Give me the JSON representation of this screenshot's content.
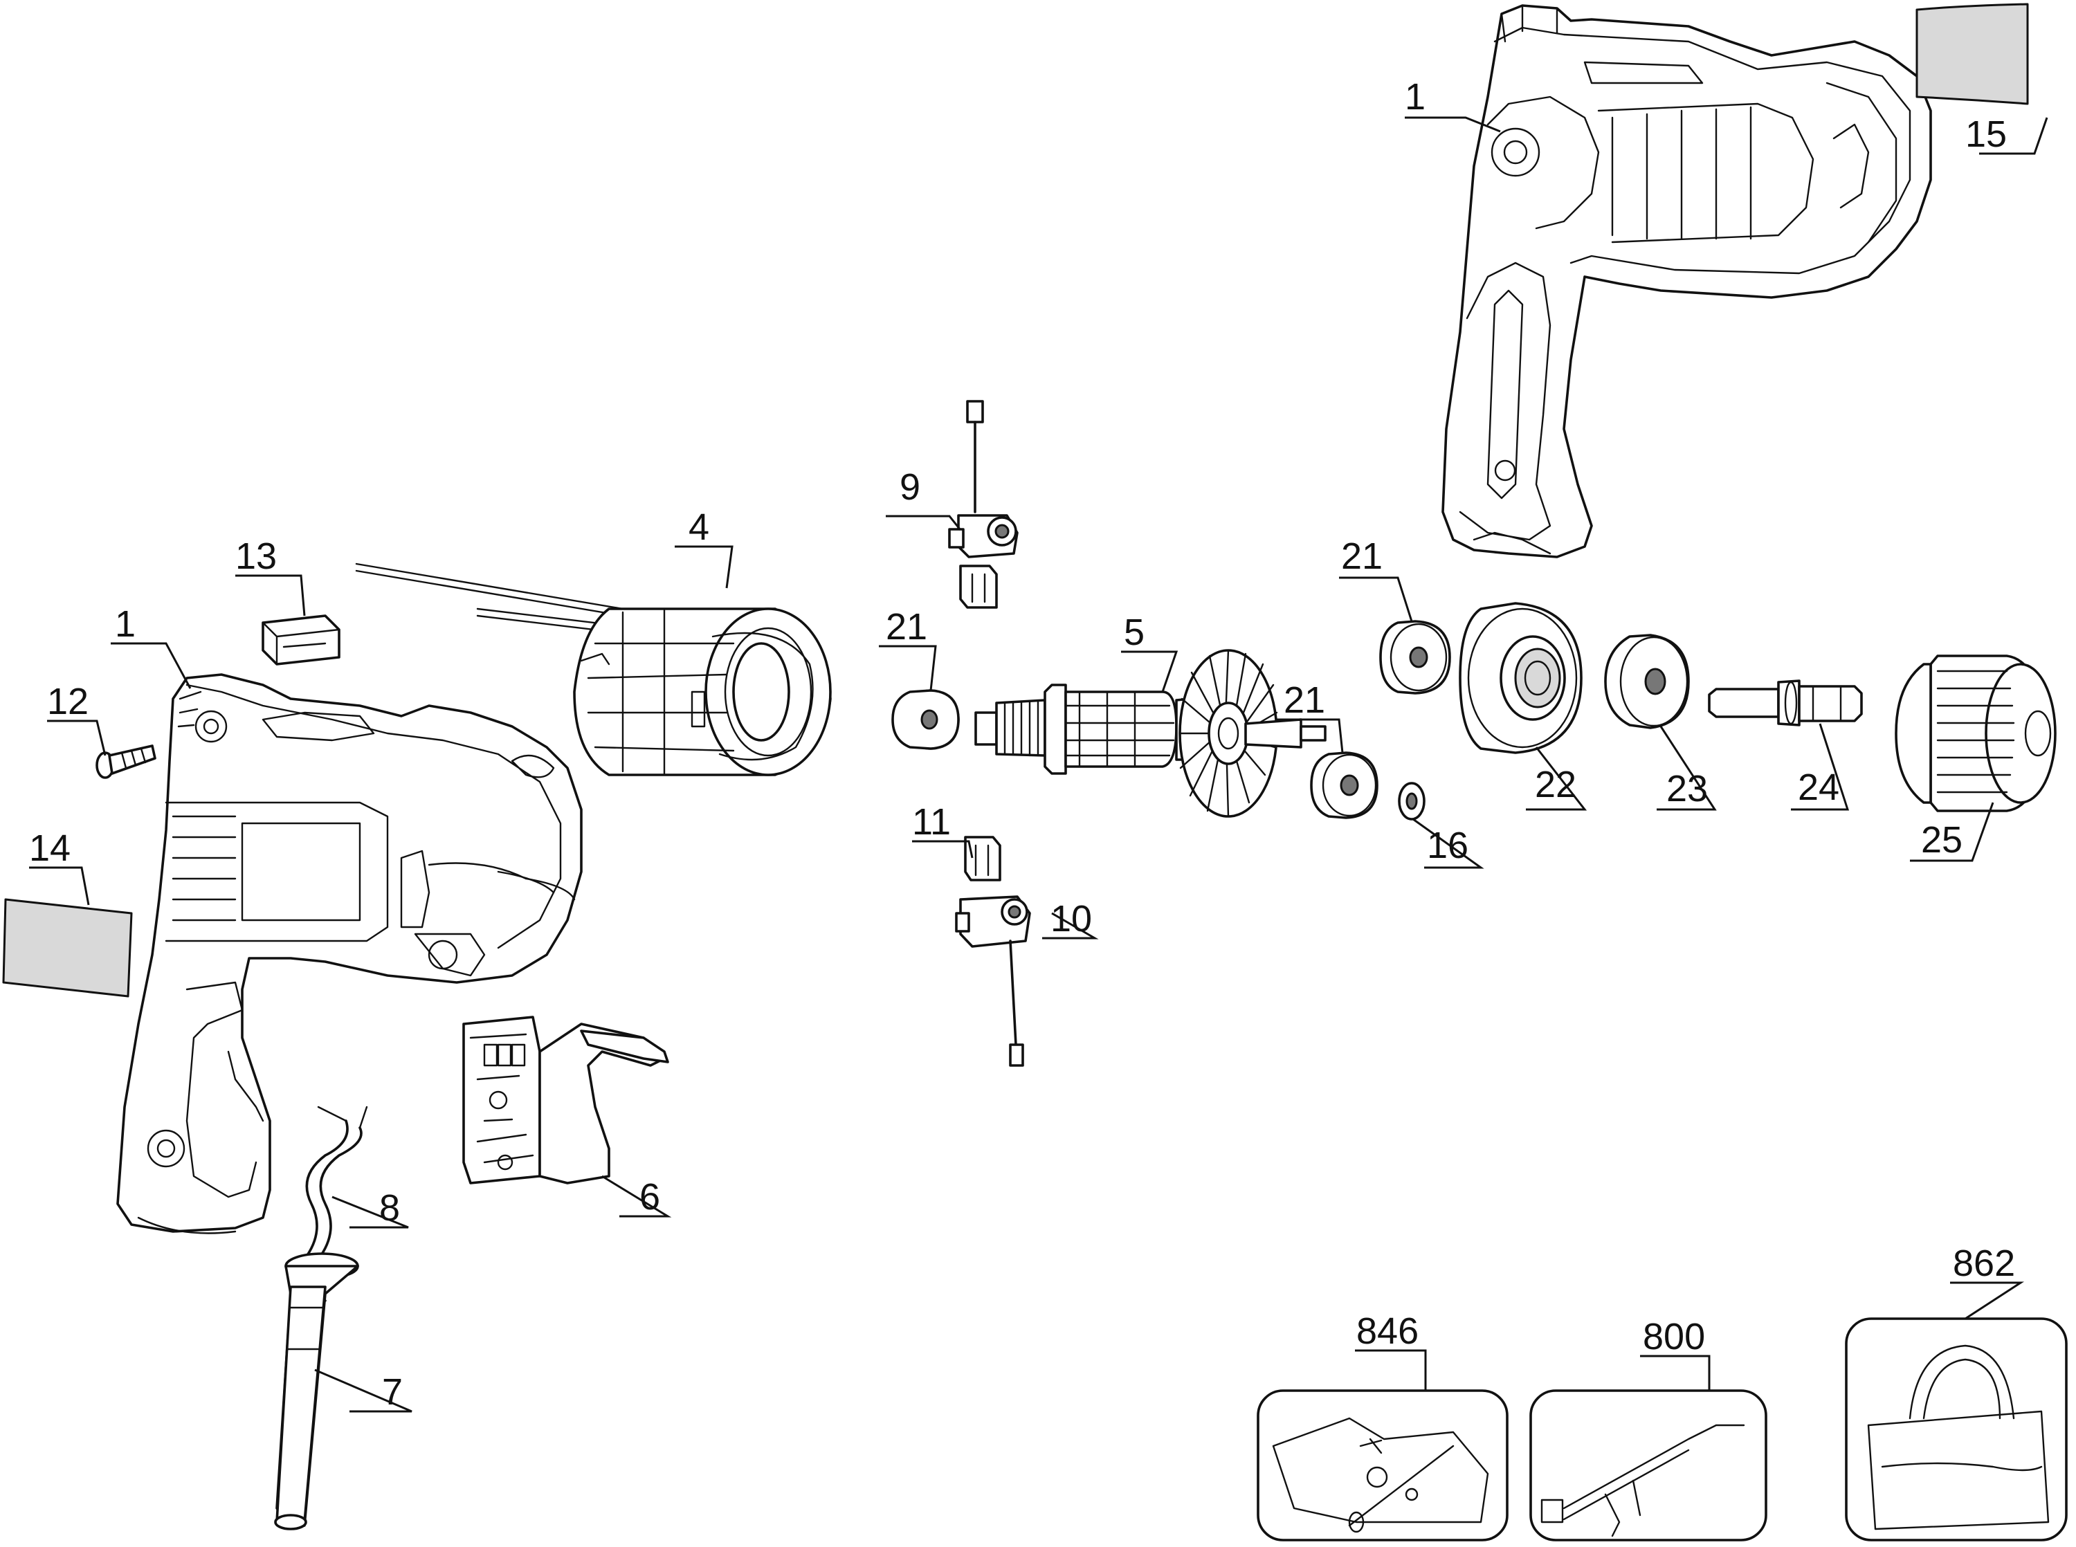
{
  "labels": {
    "housing_right": "1",
    "housing_left": "1",
    "field": "4",
    "armature": "5",
    "switch": "6",
    "side_handle": "7",
    "cord": "8",
    "brush_holder_top": "9",
    "brush_holder_bottom": "10",
    "brush_bottom": "11",
    "screw": "12",
    "button": "13",
    "nameplate_left": "14",
    "nameplate_right": "15",
    "washer": "16",
    "bearing_21a": "21",
    "bearing_21b": "21",
    "bearing_21c": "21",
    "gear_case": "22",
    "ring": "23",
    "spindle": "24",
    "chuck": "25",
    "wrench_kit": "846",
    "chuck_key": "800",
    "bag": "862"
  }
}
